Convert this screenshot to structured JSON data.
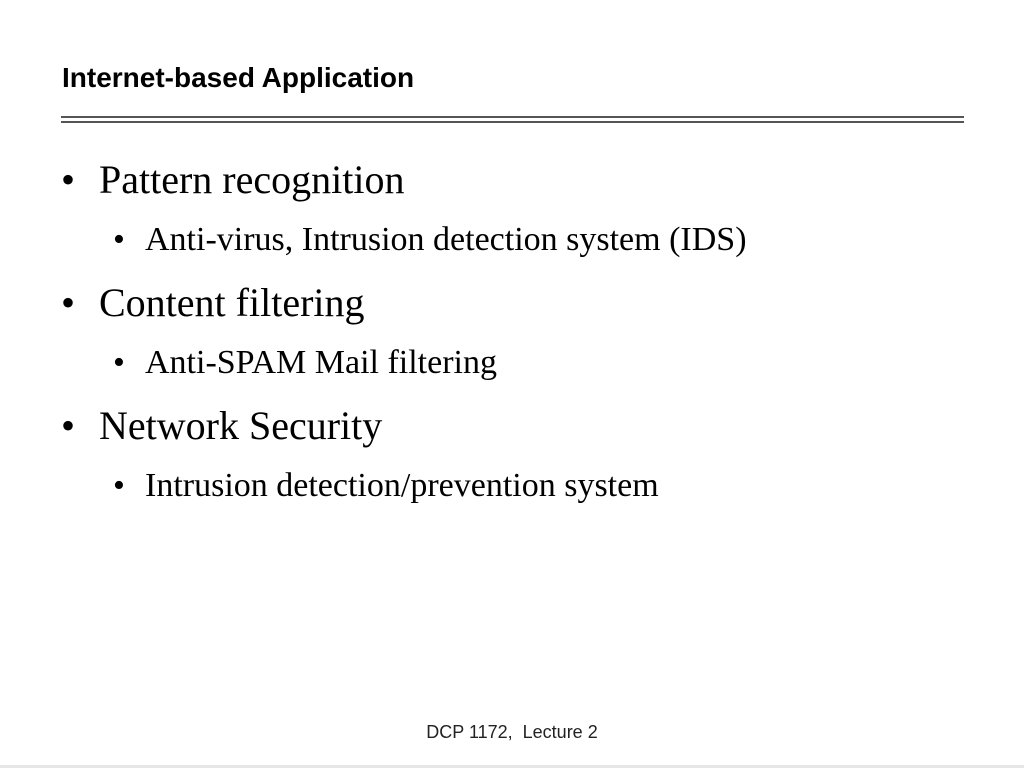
{
  "slide": {
    "title": "Internet-based Application",
    "bullet_glyph": "•",
    "items": [
      {
        "level": 1,
        "text": "Pattern recognition"
      },
      {
        "level": 2,
        "text": "Anti-virus, Intrusion detection system (IDS)"
      },
      {
        "level": 1,
        "text": "Content filtering"
      },
      {
        "level": 2,
        "text": "Anti-SPAM Mail filtering"
      },
      {
        "level": 1,
        "text": "Network Security"
      },
      {
        "level": 2,
        "text": "Intrusion detection/prevention system"
      }
    ],
    "footer": "DCP 1172,  Lecture 2"
  }
}
